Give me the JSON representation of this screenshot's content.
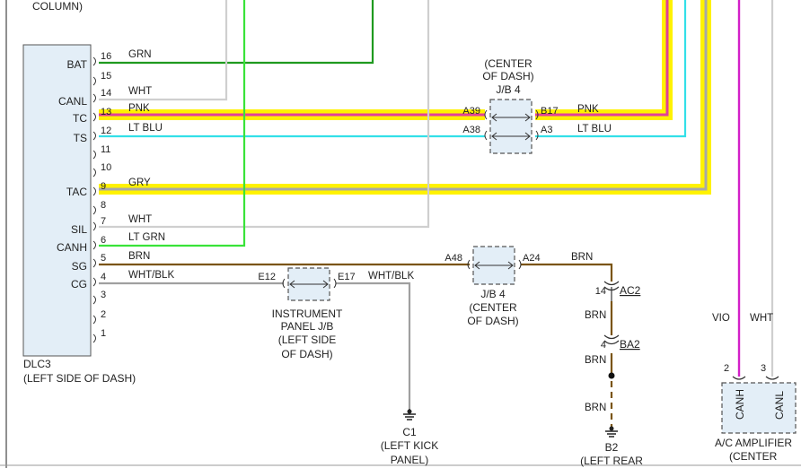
{
  "colors": {
    "GRN": "#1f9a1f",
    "WHT": "#cfcfcf",
    "PNK": "#e0409a",
    "LT_BLU": "#33e0e8",
    "GRY": "#a8a8a8",
    "LT_GRN": "#39e339",
    "BRN": "#7a5410",
    "WHT_BLK": "#a0a0a0",
    "VIO": "#d320c8",
    "highlight": "#fff200",
    "connector_fill": "#e3eef7",
    "connector_border": "#555555"
  },
  "top_fragment": {
    "text": "COLUMN)"
  },
  "dlc3": {
    "name": "DLC3",
    "location": "(LEFT SIDE OF DASH)",
    "pin_labels": [
      {
        "pin": "16",
        "label": "BAT"
      },
      {
        "pin": "14",
        "label": "CANL"
      },
      {
        "pin": "13",
        "label": "TC"
      },
      {
        "pin": "12",
        "label": "TS"
      },
      {
        "pin": "9",
        "label": "TAC"
      },
      {
        "pin": "7",
        "label": "SIL"
      },
      {
        "pin": "6",
        "label": "CANH"
      },
      {
        "pin": "5",
        "label": "SG"
      },
      {
        "pin": "4",
        "label": "CG"
      }
    ],
    "pins": [
      "16",
      "15",
      "14",
      "13",
      "12",
      "11",
      "10",
      "9",
      "8",
      "7",
      "6",
      "5",
      "4",
      "3",
      "2",
      "1"
    ]
  },
  "wires": [
    {
      "pin": "16",
      "color_code": "GRN",
      "key": "GRN"
    },
    {
      "pin": "14",
      "color_code": "WHT",
      "key": "WHT"
    },
    {
      "pin": "13",
      "color_code": "PNK",
      "key": "PNK"
    },
    {
      "pin": "12",
      "color_code": "LT BLU",
      "key": "LT_BLU"
    },
    {
      "pin": "9",
      "color_code": "GRY",
      "key": "GRY"
    },
    {
      "pin": "7",
      "color_code": "WHT",
      "key": "WHT"
    },
    {
      "pin": "6",
      "color_code": "LT GRN",
      "key": "LT_GRN"
    },
    {
      "pin": "5",
      "color_code": "BRN",
      "key": "BRN"
    },
    {
      "pin": "4",
      "color_code": "WHT/BLK",
      "key": "WHT_BLK"
    }
  ],
  "jb4_top": {
    "location": [
      "(CENTER",
      "OF DASH)"
    ],
    "name": "J/B 4",
    "left_pins": [
      "A39",
      "A38"
    ],
    "right_pins": [
      "B17",
      "A3"
    ],
    "right_wires": [
      "PNK",
      "LT BLU"
    ]
  },
  "jb4_mid": {
    "left_pin": "A48",
    "right_pin": "A24",
    "right_wire": "BRN",
    "name": "J/B 4",
    "location": [
      "(CENTER",
      "OF DASH)"
    ]
  },
  "instrument_jb": {
    "left_pin": "E12",
    "right_pin": "E17",
    "right_wire": "WHT/BLK",
    "name": [
      "INSTRUMENT",
      "PANEL J/B"
    ],
    "location": [
      "(LEFT SIDE",
      "OF DASH)"
    ]
  },
  "ground_c1": {
    "name": "C1",
    "location": [
      "(LEFT KICK",
      "PANEL)"
    ]
  },
  "ground_b2": {
    "name": "B2",
    "location": "(LEFT REAR"
  },
  "brn_chain": {
    "connector1_pin": "14",
    "connector1_name": "AC2",
    "connector2_pin": "4",
    "connector2_name": "BA2",
    "segment_labels": [
      "BRN",
      "BRN",
      "BRN"
    ]
  },
  "ac_amplifier": {
    "name": "A/C AMPLIFIER",
    "location": "(CENTER",
    "wire_labels": [
      "VIO",
      "WHT"
    ],
    "pins": [
      {
        "pin": "2",
        "label": "CANH"
      },
      {
        "pin": "3",
        "label": "CANL"
      }
    ]
  }
}
